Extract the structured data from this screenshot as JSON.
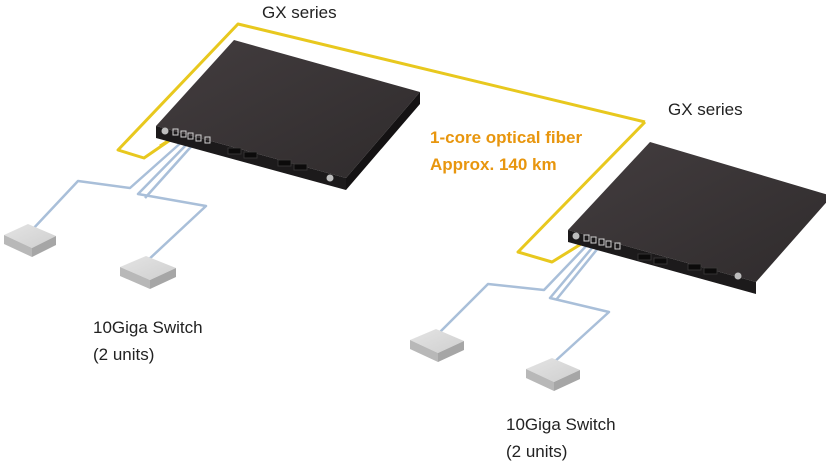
{
  "devices": {
    "gx1_label": "GX series",
    "gx2_label": "GX series"
  },
  "fiber": {
    "line1": "1-core optical fiber",
    "line2": "Approx. 140 km",
    "color": "#e8c81e",
    "text_color": "#e8960e"
  },
  "switch_groups": [
    {
      "line1": "10Giga Switch",
      "line2": "(2 units)"
    },
    {
      "line1": "10Giga Switch",
      "line2": "(2 units)"
    }
  ],
  "colors": {
    "device_top": "#3a3536",
    "device_front": "#1c1a1b",
    "switch_top": "#d8d8d8",
    "cable": "#a9bfd9"
  }
}
